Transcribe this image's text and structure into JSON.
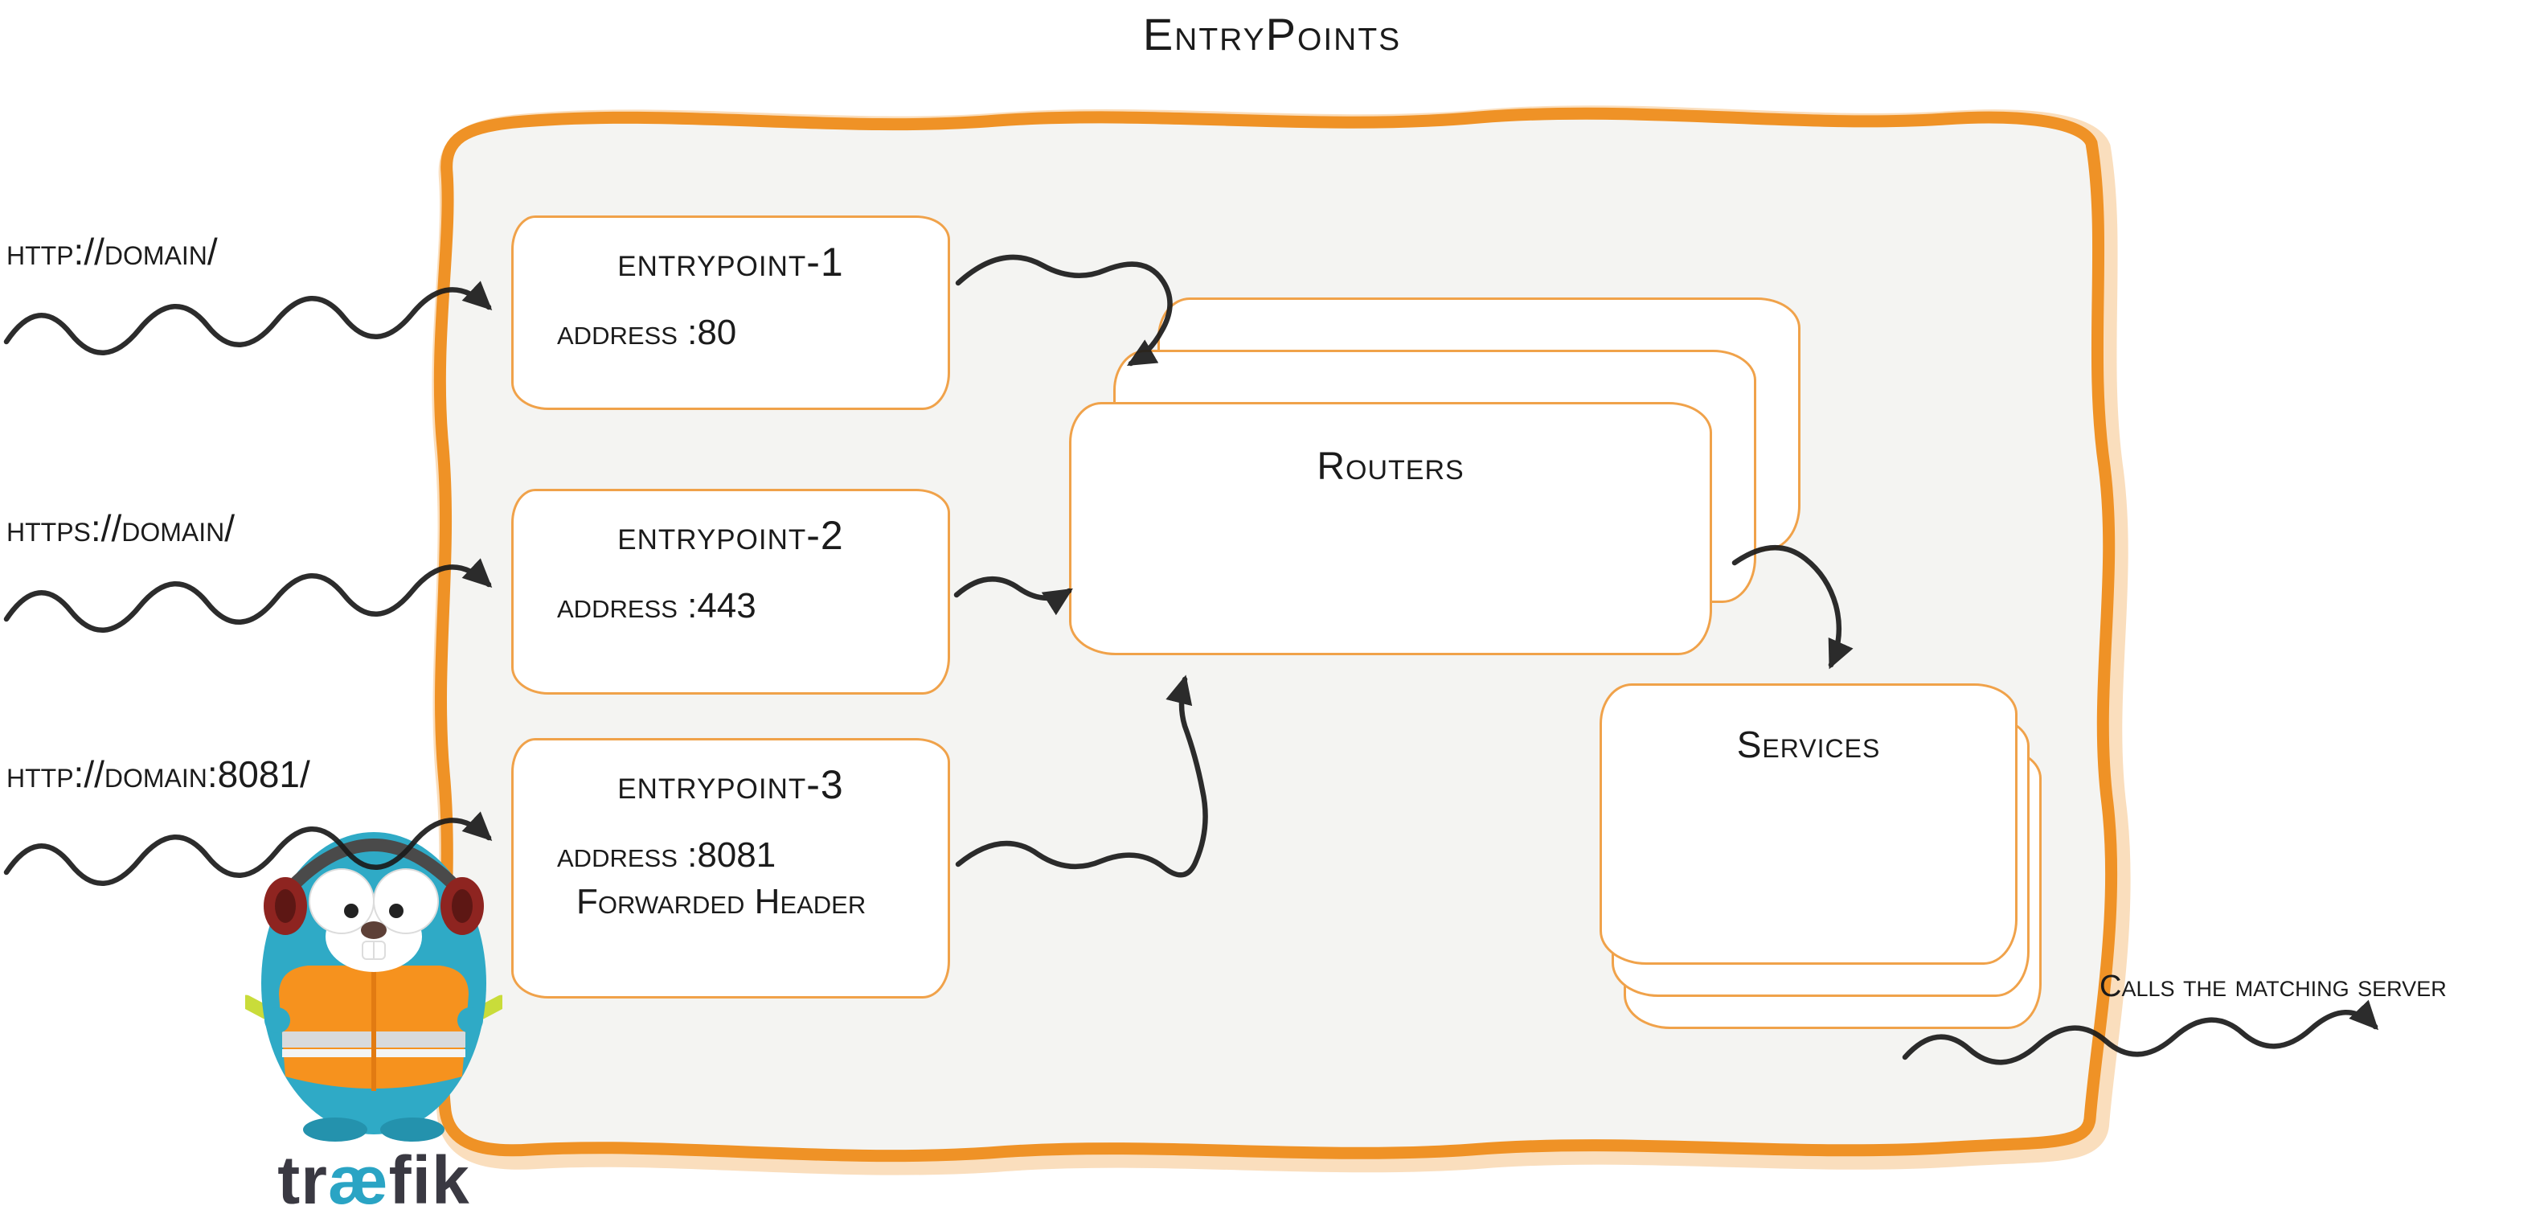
{
  "title": "EntryPoints",
  "requests": [
    {
      "label": "http://domain/"
    },
    {
      "label": "https://domain/"
    },
    {
      "label": "http://domain:8081/"
    }
  ],
  "entrypoints": [
    {
      "name": "entrypoint-1",
      "address": "address :80"
    },
    {
      "name": "entrypoint-2",
      "address": "address :443"
    },
    {
      "name": "entrypoint-3",
      "address": "address :8081",
      "extra": "Forwarded Header"
    }
  ],
  "routers": {
    "label": "Routers"
  },
  "services": {
    "label": "Services"
  },
  "exit_note": "Calls the matching server",
  "logo": {
    "prefix": "tr",
    "ligature": "æ",
    "suffix": "fik"
  },
  "colors": {
    "orange_border": "#ef9226",
    "box_border": "#f0a24a",
    "container_fill": "#f4f4f2",
    "ink": "#1b1b1b",
    "teal": "#2aa4c4",
    "logo_dark": "#3a3942",
    "gopher_blue": "#2faac6",
    "vest_orange": "#f6921e",
    "stick_green": "#c9dc3a"
  }
}
